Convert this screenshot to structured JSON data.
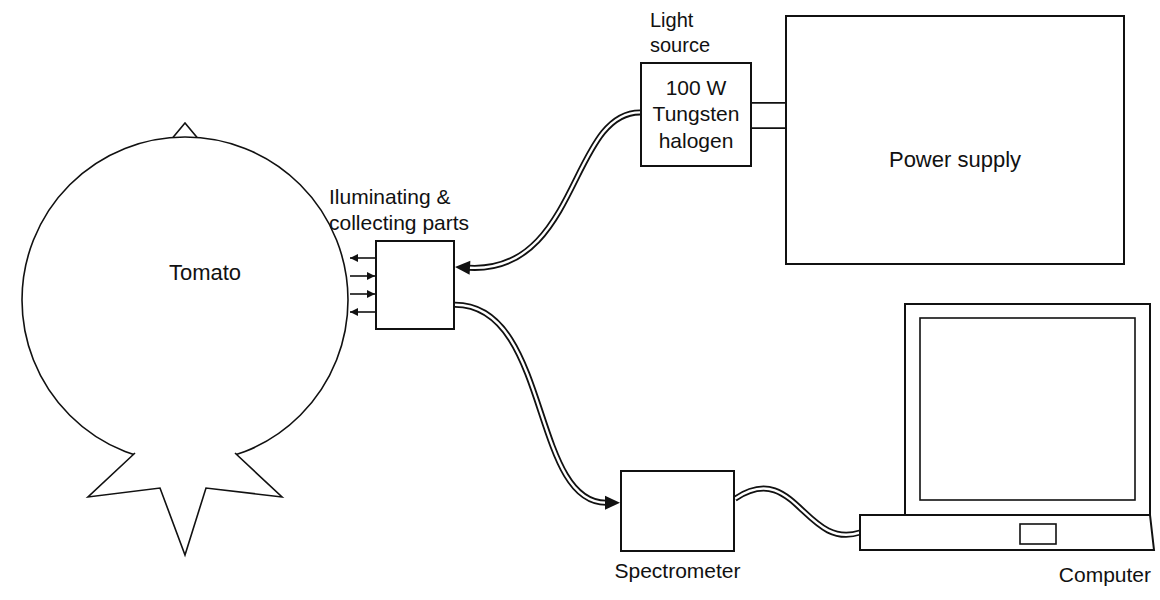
{
  "diagram": {
    "nodes": [
      {
        "text": [
          "Tomato"
        ]
      },
      {
        "text": [
          "Iluminating & collecting parts"
        ]
      },
      {
        "text": [
          "Light source",
          "100 W Tungsten halogen"
        ]
      },
      {
        "text": [
          "Power supply"
        ]
      },
      {
        "text": [
          "Spectrometer"
        ]
      },
      {
        "text": [
          "Computer"
        ]
      }
    ],
    "edges": [
      {
        "from": 2,
        "to": 1,
        "arrow": "to"
      },
      {
        "from": 1,
        "to": 4,
        "arrow": "to"
      },
      {
        "from": 3,
        "to": 2,
        "arrow": "none"
      },
      {
        "from": 4,
        "to": 5,
        "arrow": "none"
      },
      {
        "from": 1,
        "to": 0,
        "arrow": "both"
      }
    ]
  }
}
